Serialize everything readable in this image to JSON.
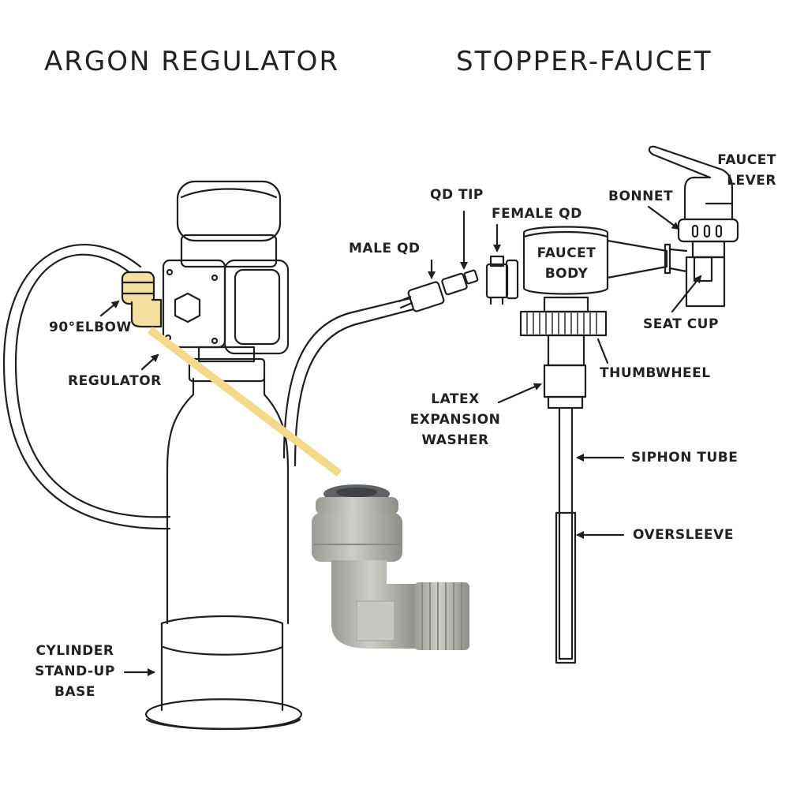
{
  "titles": {
    "left": "ARGON REGULATOR",
    "right": "STOPPER-FAUCET"
  },
  "labels": {
    "elbow": "90°ELBOW",
    "regulator": "REGULATOR",
    "cylinder_base": [
      "CYLINDER",
      "STAND-UP",
      "BASE"
    ],
    "qd_tip": "QD TIP",
    "male_qd": "MALE QD",
    "female_qd": "FEMALE QD",
    "faucet_body": [
      "FAUCET",
      "BODY"
    ],
    "bonnet": "BONNET",
    "faucet_lever": [
      "FAUCET",
      "LEVER"
    ],
    "seat_cup": "SEAT CUP",
    "thumbwheel": "THUMBWHEEL",
    "latex_washer": [
      "LATEX",
      "EXPANSION",
      "WASHER"
    ],
    "siphon_tube": "SIPHON TUBE",
    "oversleeve": "OVERSLEEVE"
  },
  "colors": {
    "line": "#1f1f1f",
    "elbow_fill": "#f5dfa0",
    "highlight_band": "#f3d98a",
    "fitting_gray": "#b9b7b1",
    "fitting_dark": "#6d7073"
  }
}
